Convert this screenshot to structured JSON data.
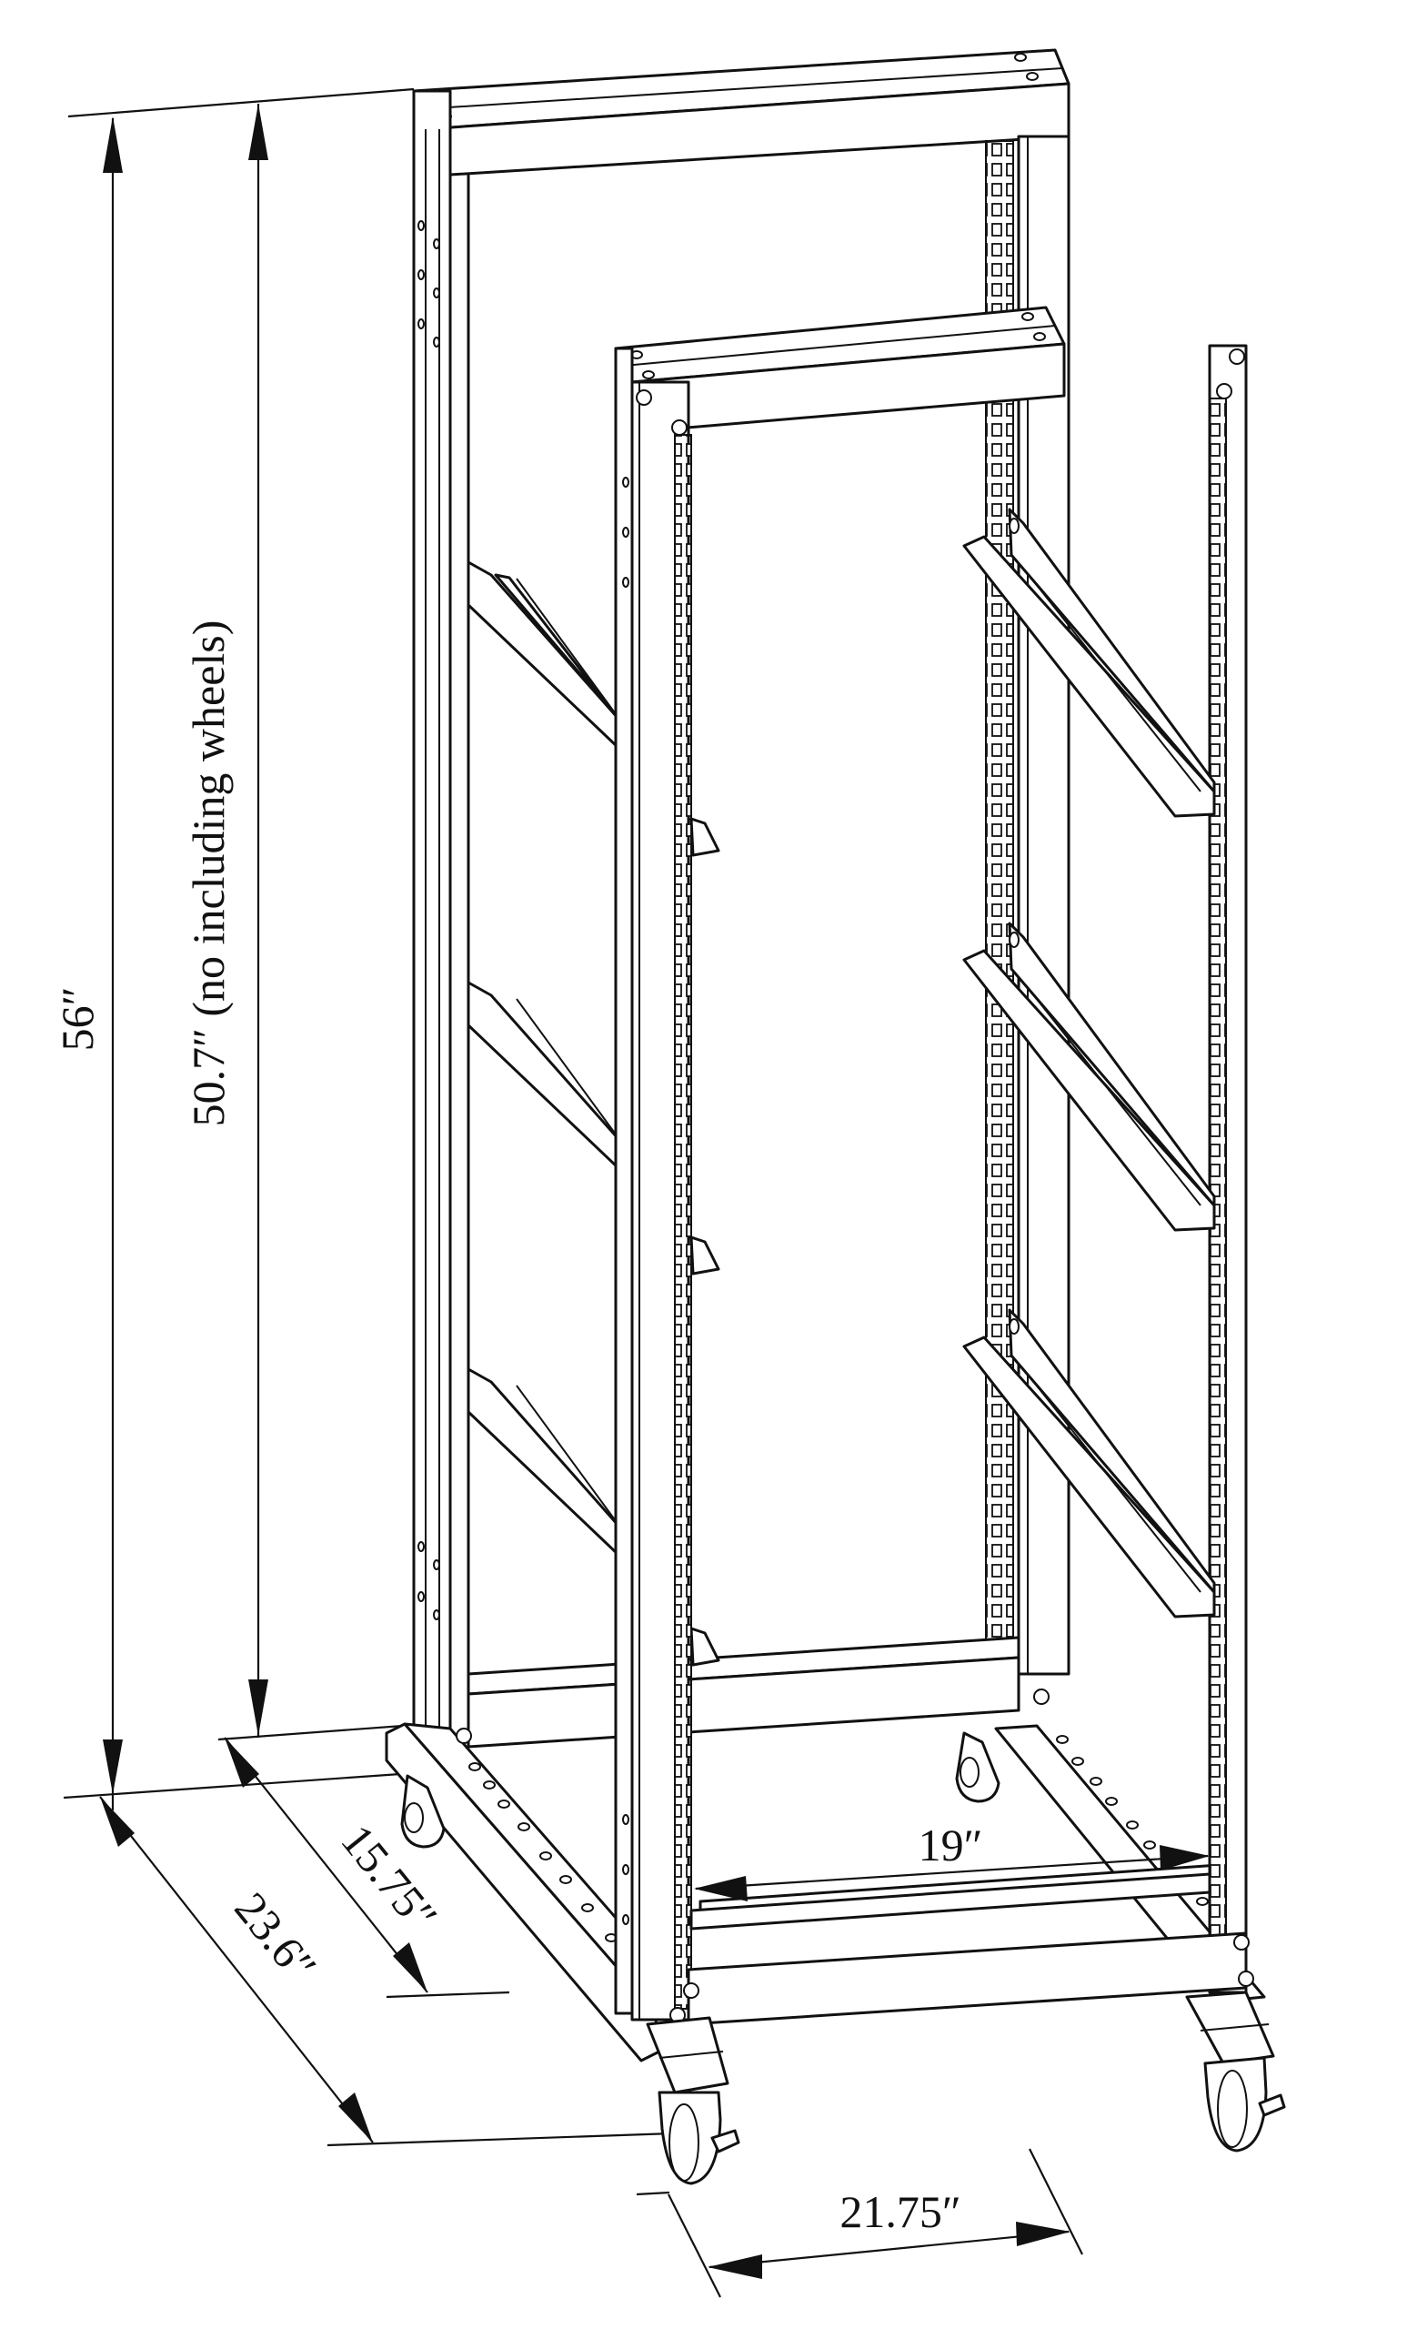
{
  "diagram": {
    "subject": "Open-frame server rack with casters",
    "colors": {
      "line": "#111111",
      "background": "#ffffff"
    },
    "dimensions": {
      "overall_height": "56″",
      "frame_height": "50.7″ (no including wheels)",
      "overall_depth": "23.6″",
      "frame_depth": "15.75″",
      "rail_width": "19″",
      "overall_width": "21.75″"
    },
    "components": {
      "shelf_brackets_count": 3,
      "casters_count": 4
    }
  }
}
